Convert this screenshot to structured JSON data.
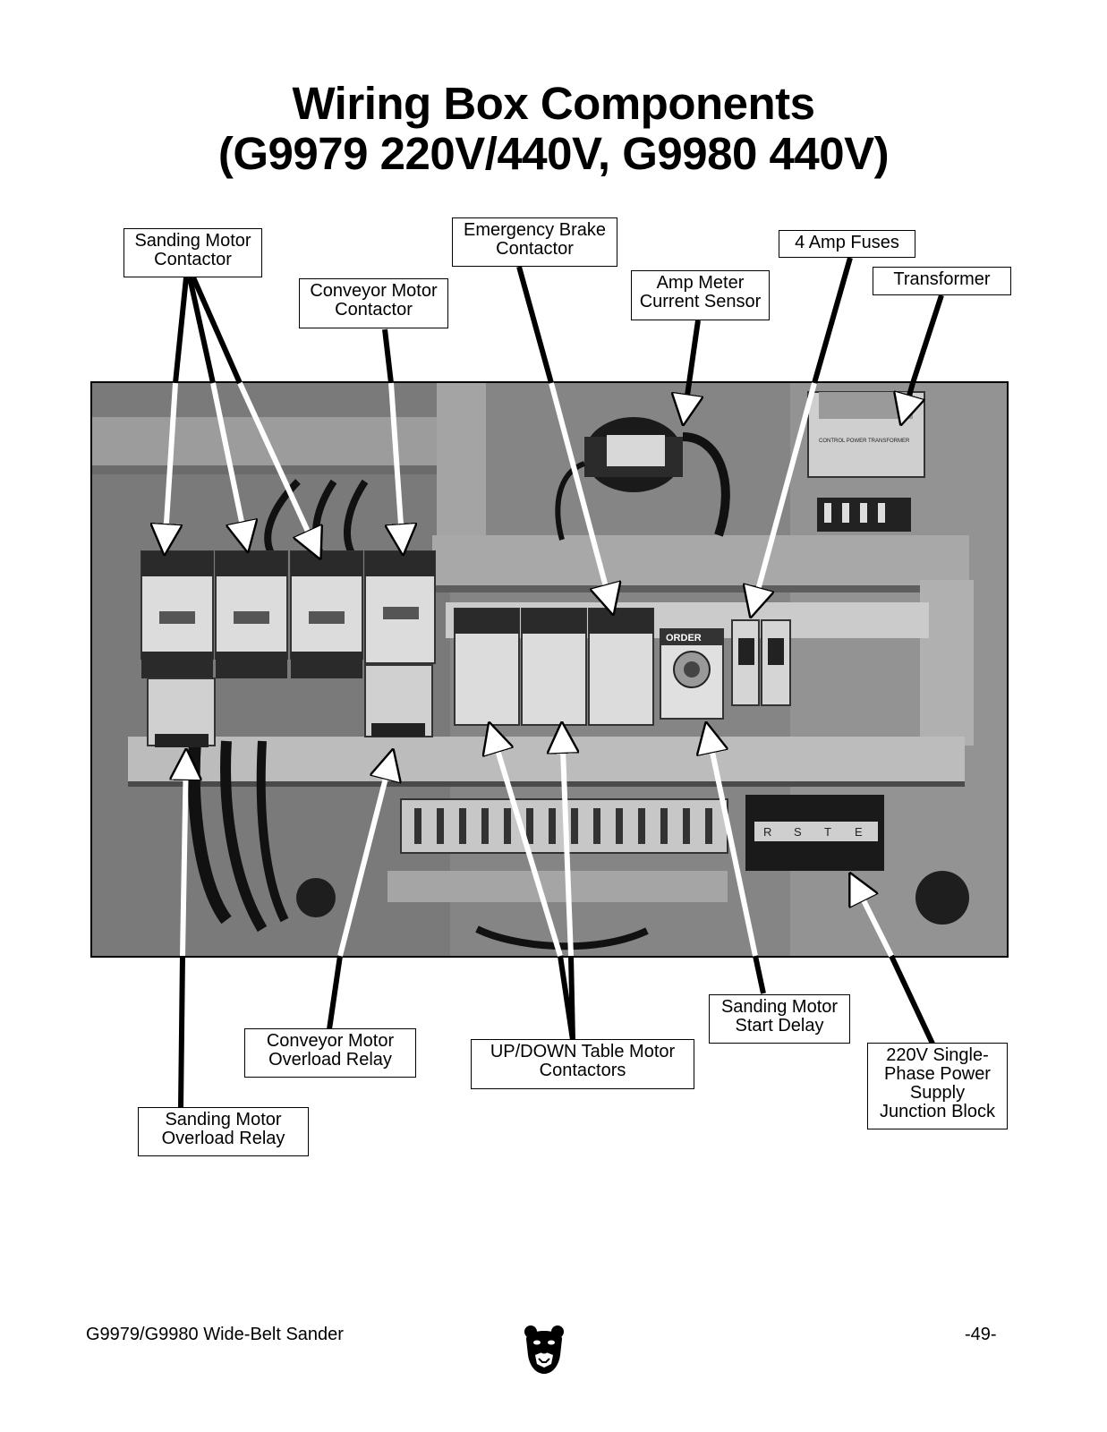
{
  "title": {
    "line1": "Wiring Box Components",
    "line2": "(G9979 220V/440V, G9980 440V)"
  },
  "labels": {
    "sanding_motor_contactor": [
      "Sanding Motor",
      "Contactor"
    ],
    "emergency_brake_contactor": [
      "Emergency Brake",
      "Contactor"
    ],
    "four_amp_fuses": [
      "4 Amp Fuses"
    ],
    "conveyor_motor_contactor": [
      "Conveyor Motor",
      "Contactor"
    ],
    "amp_meter_current_sensor": [
      "Amp Meter",
      "Current Sensor"
    ],
    "transformer": [
      "Transformer"
    ],
    "sanding_motor_start_delay": [
      "Sanding Motor",
      "Start Delay"
    ],
    "conveyor_motor_overload_relay": [
      "Conveyor Motor",
      "Overload Relay"
    ],
    "up_down_table_motor_contactors": [
      "UP/DOWN Table Motor",
      "Contactors"
    ],
    "power_supply_junction_block": [
      "220V Single-",
      "Phase Power",
      "Supply",
      "Junction Block"
    ],
    "sanding_motor_overload_relay": [
      "Sanding Motor",
      "Overload Relay"
    ]
  },
  "photo": {
    "component_text": {
      "timer_brand": "ORDER",
      "transformer_plate": "CONTROL POWER TRANSFORMER",
      "junction_terminals": [
        "R",
        "S",
        "T",
        "E"
      ]
    }
  },
  "footer": {
    "left": "G9979/G9980 Wide-Belt Sander",
    "page": "-49-"
  },
  "logo_icon": "bear-head-icon"
}
